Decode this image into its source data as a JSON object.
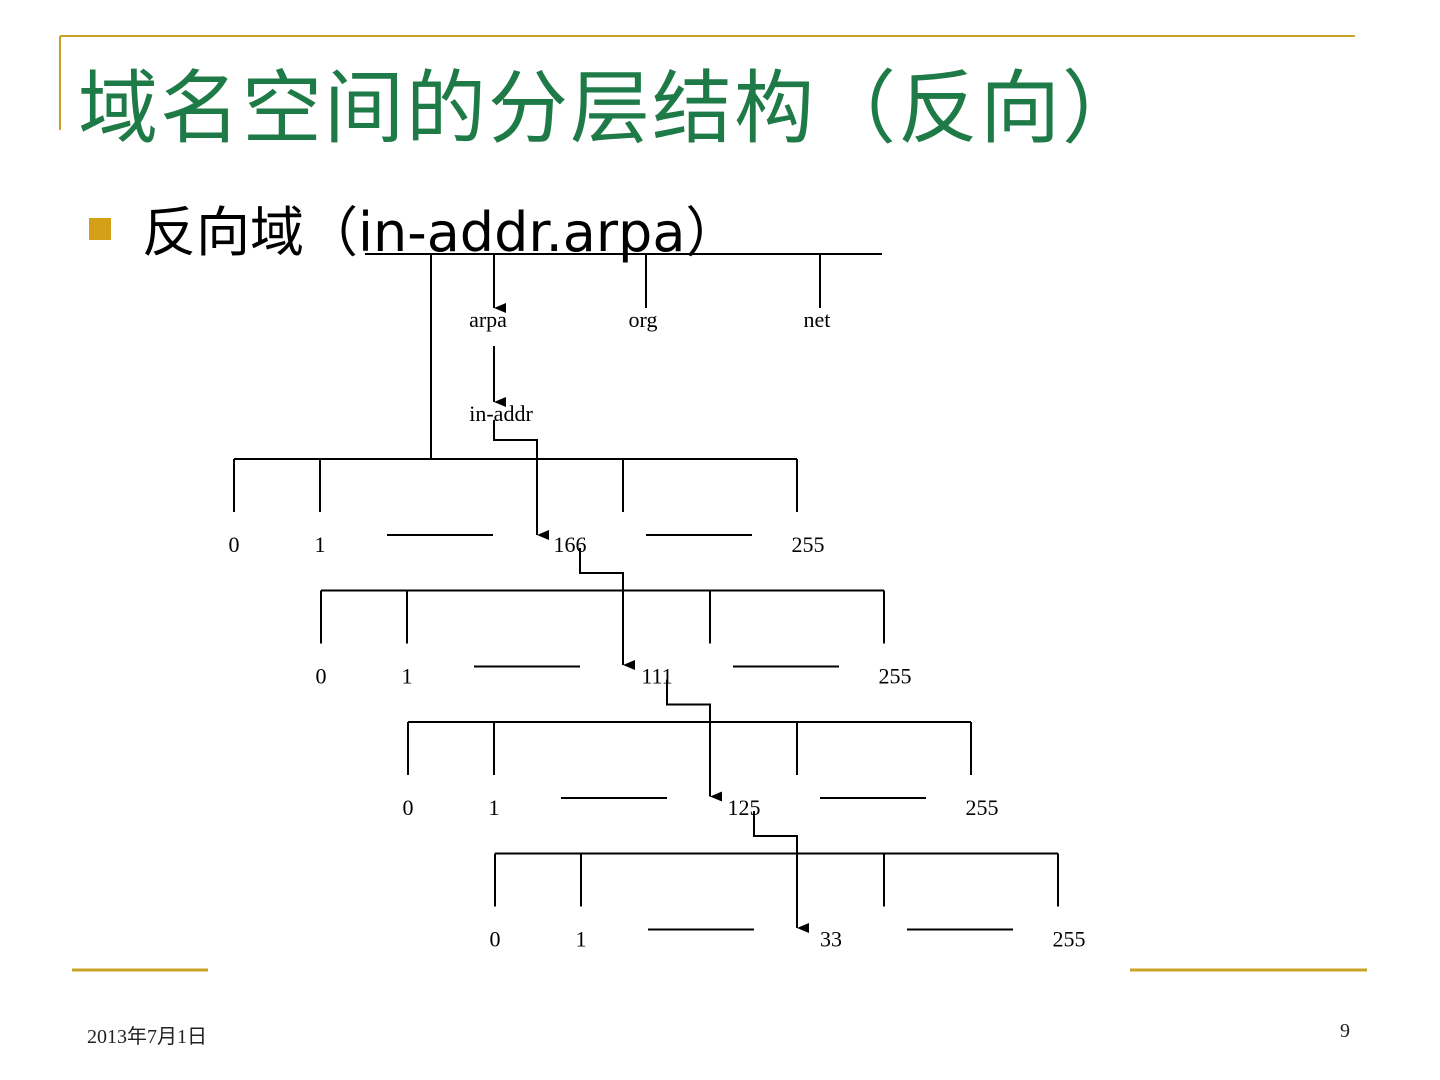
{
  "slide": {
    "title": "域名空间的分层结构（反向）",
    "bullet_text": "反向域（in-addr.arpa）",
    "date": "2013年7月1日",
    "page_number": "9"
  },
  "colors": {
    "title": "#1e7a46",
    "accent_line": "#c9a227",
    "bullet": "#d4a017"
  },
  "diagram": {
    "top_labels": [
      "arpa",
      "org",
      "net"
    ],
    "second_label": "in-addr",
    "levels": [
      {
        "labels": [
          "0",
          "1",
          "166",
          "255"
        ]
      },
      {
        "labels": [
          "0",
          "1",
          "111",
          "255"
        ]
      },
      {
        "labels": [
          "0",
          "1",
          "125",
          "255"
        ]
      },
      {
        "labels": [
          "0",
          "1",
          "33",
          "255"
        ]
      }
    ]
  }
}
